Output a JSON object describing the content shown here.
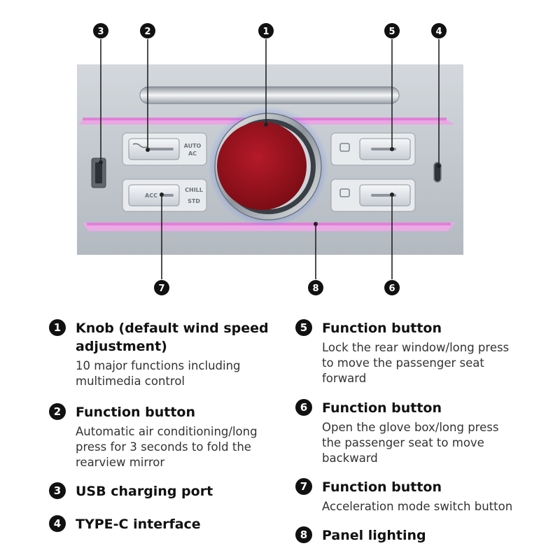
{
  "callouts": [
    "1",
    "2",
    "3",
    "4",
    "5",
    "6",
    "7",
    "8"
  ],
  "panel": {
    "btn_auto_ac": {
      "line1": "AUTO",
      "line2": "AC"
    },
    "btn_chill_std": {
      "line1": "CHILL",
      "line2": "STD"
    },
    "acc_label": "ACC"
  },
  "legend": [
    {
      "num": "1",
      "title": "Knob (default wind speed adjustment)",
      "desc": "10 major functions including multimedia control"
    },
    {
      "num": "2",
      "title": "Function button",
      "desc": "Automatic air conditioning/long press for 3 seconds to fold the rearview mirror"
    },
    {
      "num": "3",
      "title": "USB charging port",
      "desc": ""
    },
    {
      "num": "4",
      "title": "TYPE-C interface",
      "desc": ""
    },
    {
      "num": "5",
      "title": "Function button",
      "desc": "Lock the rear window/long press to move the passenger seat forward"
    },
    {
      "num": "6",
      "title": "Function button",
      "desc": "Open the glove box/long press the passenger seat to move backward"
    },
    {
      "num": "7",
      "title": "Function button",
      "desc": "Acceleration mode switch button"
    },
    {
      "num": "8",
      "title": "Panel lighting",
      "desc": ""
    }
  ],
  "colors": {
    "panel": "#c2c8ce",
    "knob": "#a01420",
    "lighting": "#e27ad8",
    "glow": "#4d7cff"
  }
}
